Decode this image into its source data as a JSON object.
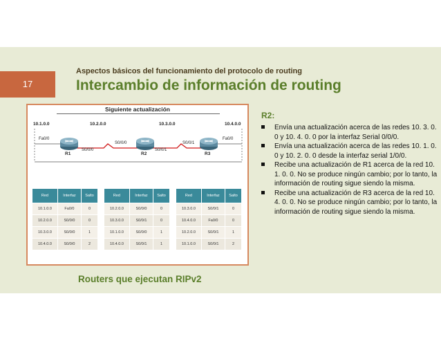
{
  "slide": {
    "number": "17",
    "subtitle": "Aspectos básicos del funcionamiento del protocolo de routing",
    "title": "Intercambio de información de routing",
    "caption": "Routers que ejecutan RIPv2"
  },
  "figure": {
    "title": "Siguiente actualización",
    "networks": [
      "10.1.0.0",
      "10.2.0.0",
      "10.3.0.0",
      "10.4.0.0"
    ],
    "routers": [
      "R1",
      "R2",
      "R3"
    ],
    "ports": {
      "r1_fa": "Fa0/0",
      "r1_s": "S0/0/0",
      "r2_s0": "S0/0/0",
      "r2_s1": "S0/0/1",
      "r3_s": "S0/0/1",
      "r3_fa": "Fa0/0"
    },
    "columns": [
      "Red",
      "Interfaz",
      "Salto"
    ],
    "tables": [
      {
        "rows": [
          [
            "10.1.0.0",
            "Fa0/0",
            "0"
          ],
          [
            "10.2.0.0",
            "S0/0/0",
            "0"
          ],
          [
            "10.3.0.0",
            "S0/0/0",
            "1"
          ],
          [
            "10.4.0.0",
            "S0/0/0",
            "2"
          ]
        ]
      },
      {
        "rows": [
          [
            "10.2.0.0",
            "S0/0/0",
            "0"
          ],
          [
            "10.3.0.0",
            "S0/0/1",
            "0"
          ],
          [
            "10.1.0.0",
            "S0/0/0",
            "1"
          ],
          [
            "10.4.0.0",
            "S0/0/1",
            "1"
          ]
        ]
      },
      {
        "rows": [
          [
            "10.3.0.0",
            "S0/0/1",
            "0"
          ],
          [
            "10.4.0.0",
            "Fa0/0",
            "0"
          ],
          [
            "10.2.0.0",
            "S0/0/1",
            "1"
          ],
          [
            "10.1.0.0",
            "S0/0/1",
            "2"
          ]
        ]
      }
    ]
  },
  "panel": {
    "title": "R2:",
    "bullets": [
      "Envía una actualización acerca de las redes 10. 3. 0. 0 y 10. 4. 0. 0 por la interfaz Serial 0/0/0.",
      "Envía una actualización acerca de las redes 10. 1. 0. 0 y 10. 2. 0. 0 desde la interfaz serial 1/0/0.",
      "Recibe una actualización de R1 acerca de la red 10. 1. 0. 0. No se produce ningún cambio; por lo tanto, la información de routing sigue siendo la misma.",
      "Recibe una actualización de R3 acerca de la red 10. 4. 0. 0. No se produce ningún cambio; por lo tanto, la información de routing sigue siendo la misma."
    ]
  },
  "colors": {
    "accent_green": "#5a7e2a",
    "slide_number_bg": "#c8673f",
    "table_header": "#3a8a9a"
  }
}
